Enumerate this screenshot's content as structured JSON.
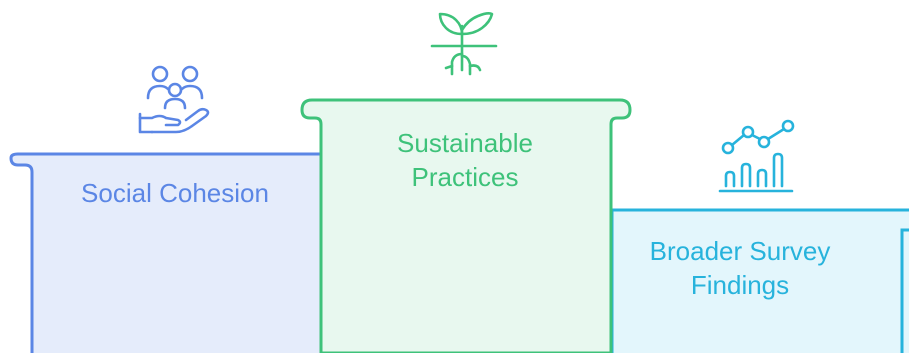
{
  "columns": [
    {
      "label": "Social Cohesion",
      "icon": "community-care-icon",
      "color": "#5b86e5",
      "fill": "#e5ecfb"
    },
    {
      "label": "Sustainable Practices",
      "icon": "sprout-roots-icon",
      "color": "#3ec27a",
      "fill": "#e8f8ef"
    },
    {
      "label": "Broader Survey Findings",
      "icon": "growth-chart-icon",
      "color": "#27b3dc",
      "fill": "#e3f6fc"
    }
  ]
}
